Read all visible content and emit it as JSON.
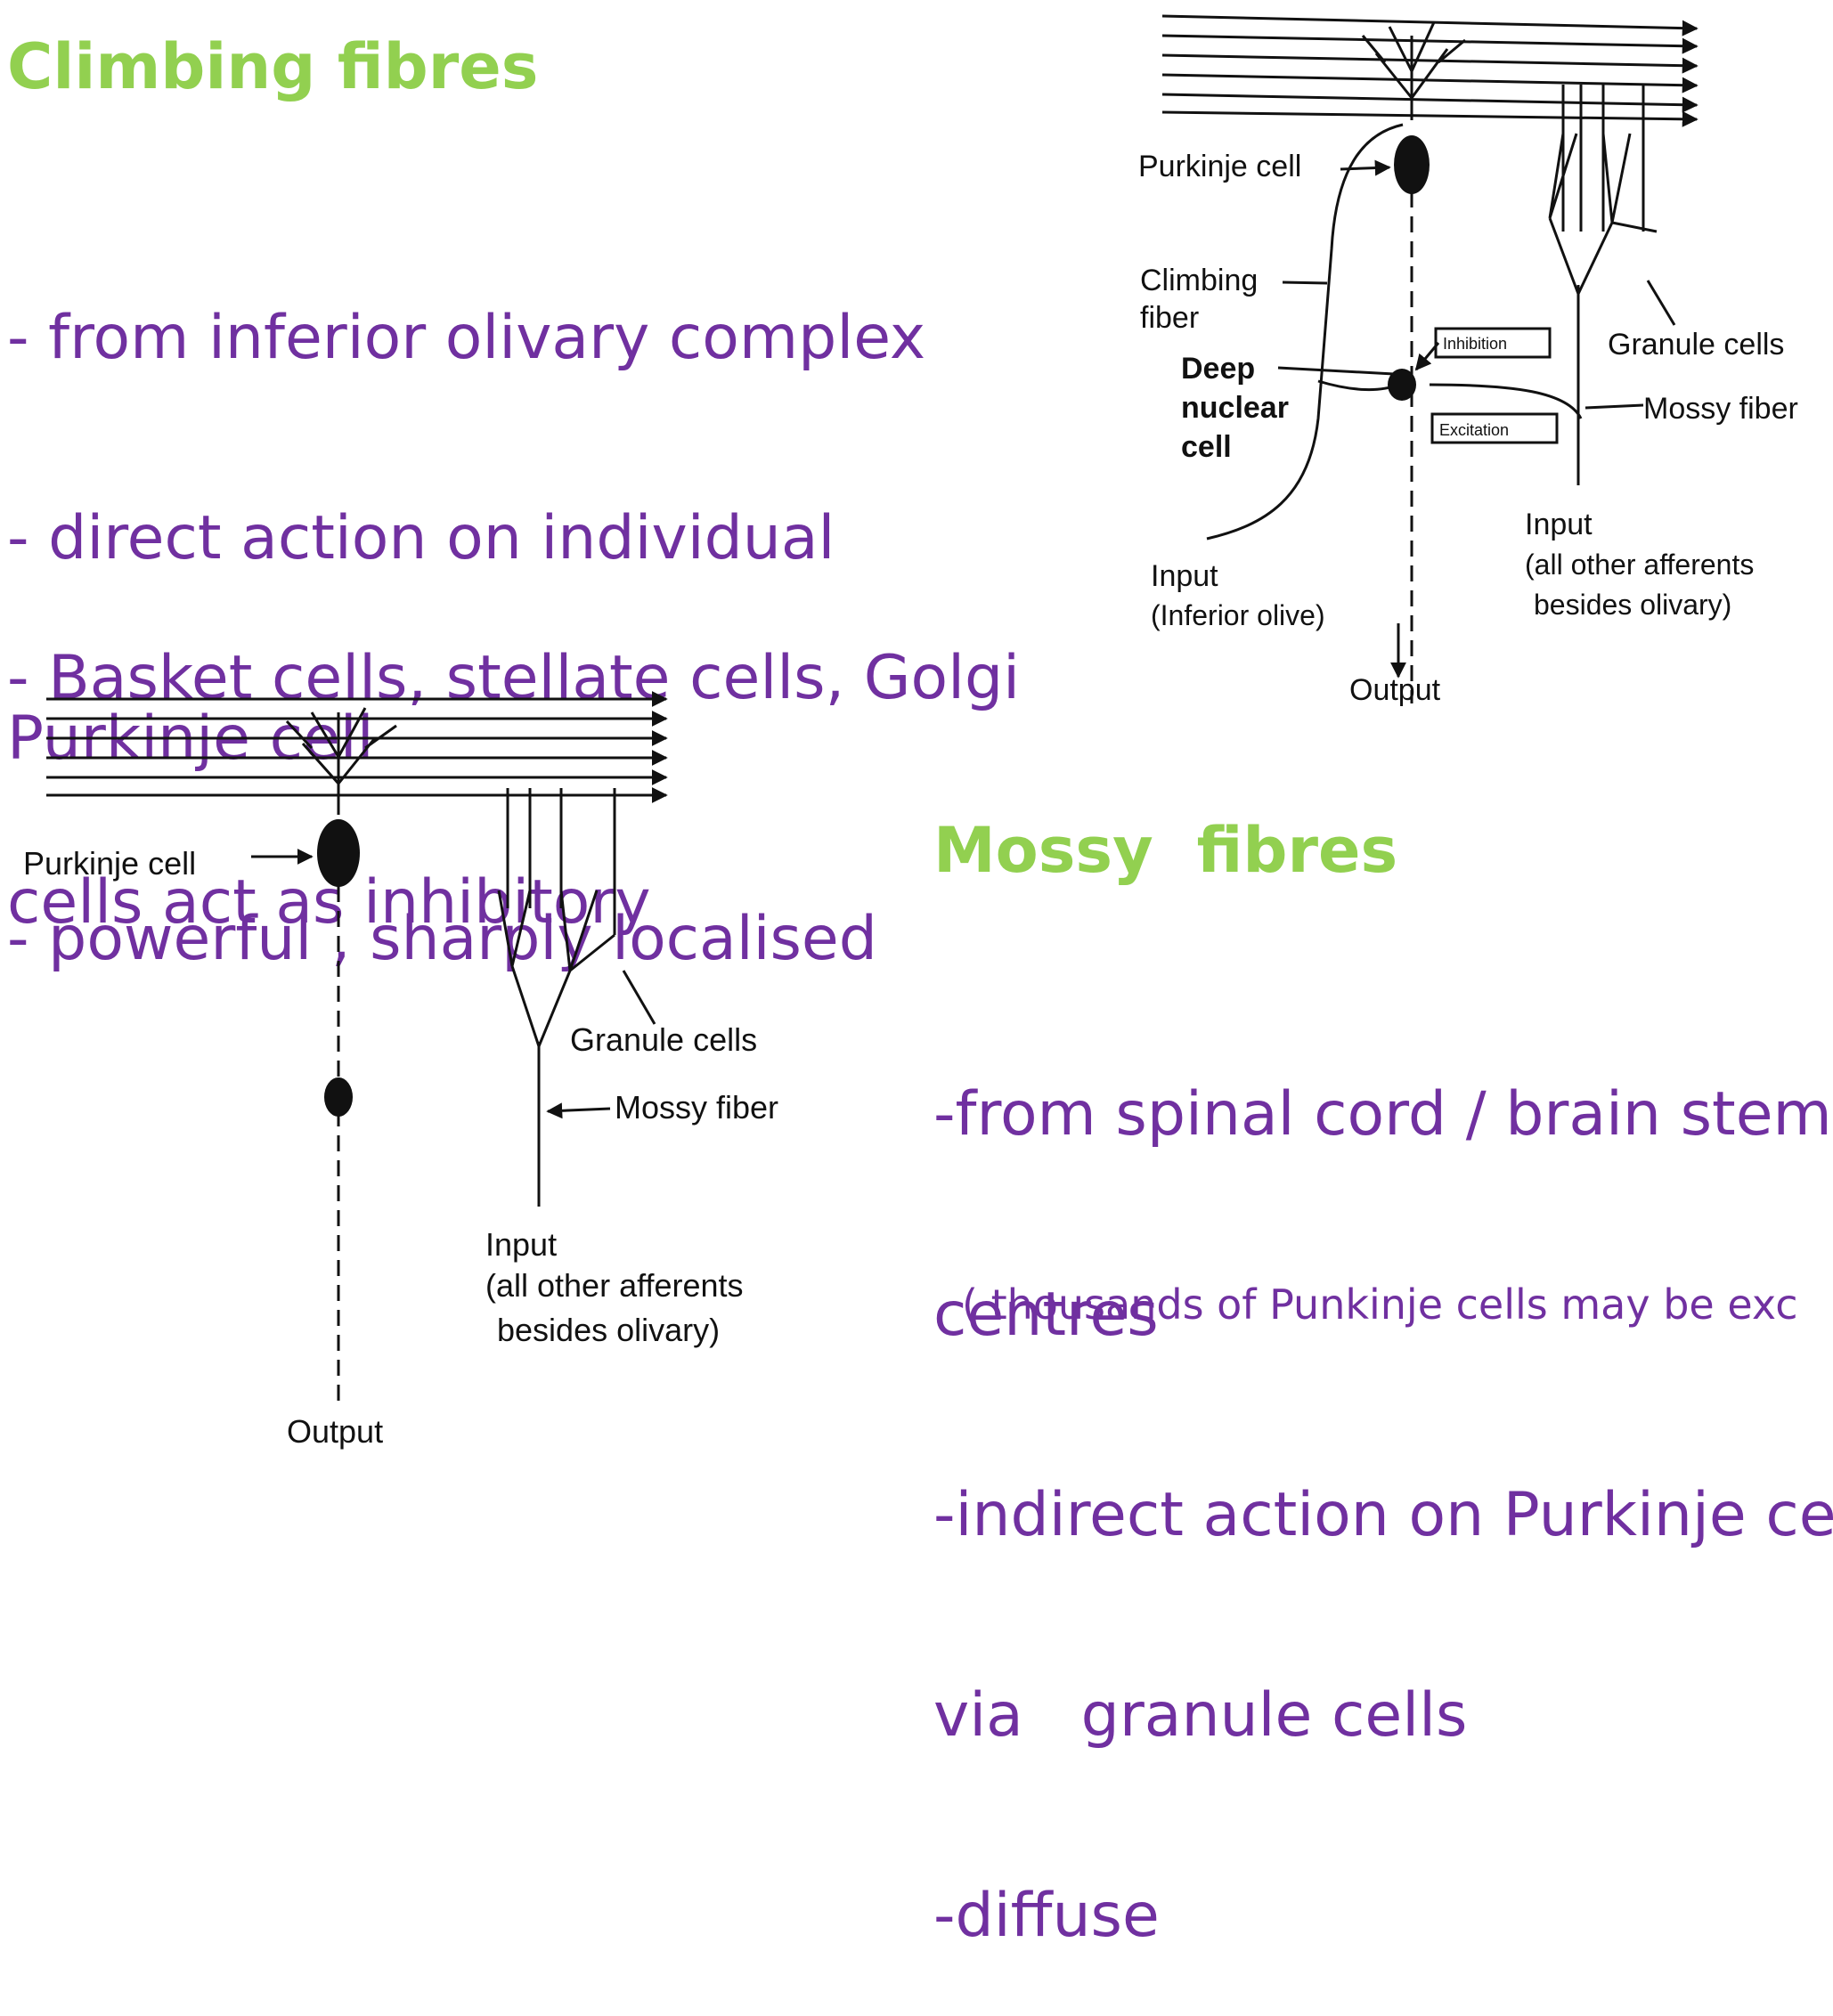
{
  "climbing": {
    "heading": "Climbing fibres",
    "line1": "- from inferior olivary complex",
    "line2": "- direct action on individual",
    "line3": "Purkinje cell",
    "line4": "- powerful , sharply localised",
    "line5": "- Basket cells, stellate cells, Golgi",
    "line6": "cells act as inhibitory"
  },
  "mossy": {
    "heading": "Mossy  fibres",
    "line1": "-from spinal cord / brain stem",
    "line2": "centres",
    "line3": "-indirect action on Purkinje ce",
    "line4": "via   granule cells",
    "line5": "-diffuse",
    "note": "( thousands of Punkinje cells may be exc"
  },
  "diagram_top": {
    "purkinje": "Purkinje cell",
    "climbing1": "Climbing",
    "climbing2": "fiber",
    "deep1": "Deep",
    "deep2": "nuclear",
    "deep3": "cell",
    "inhibition": "Inhibition",
    "excitation": "Excitation",
    "granule": "Granule cells",
    "mossy": "Mossy fiber",
    "input_left1": "Input",
    "input_left2": "(Inferior olive)",
    "input_right1": "Input",
    "input_right2": "(all other afferents",
    "input_right3": "besides olivary)",
    "output": "Output"
  },
  "diagram_bottom": {
    "purkinje": "Purkinje cell",
    "granule": "Granule cells",
    "mossy": "Mossy fiber",
    "input1": "Input",
    "input2": "(all other afferents",
    "input3": "besides olivary)",
    "output": "Output"
  }
}
